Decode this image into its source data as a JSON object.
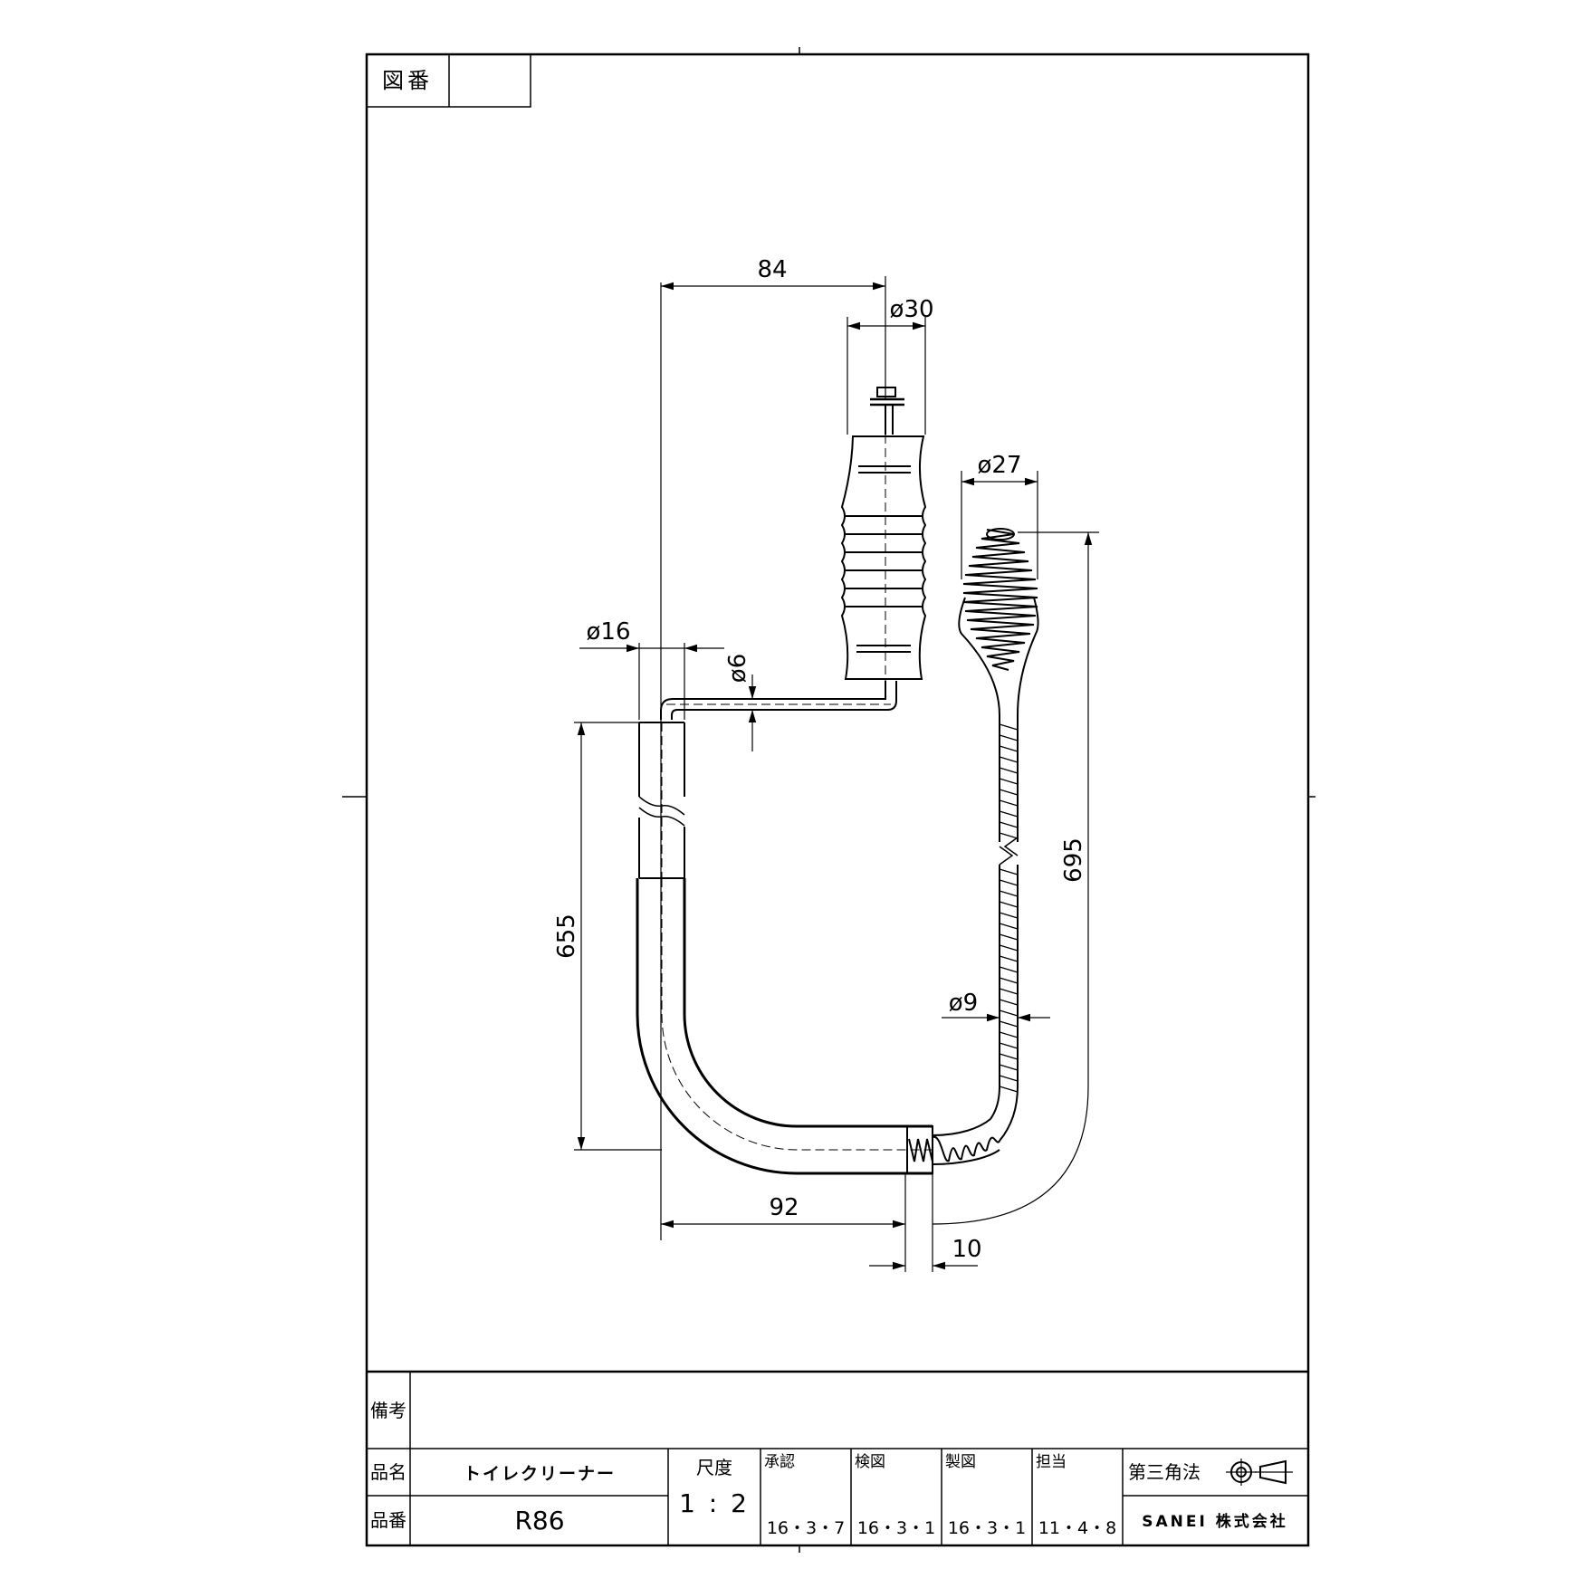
{
  "drawing_no_label": "図番",
  "drawing_no_value": "",
  "dimensions": {
    "d84": "84",
    "dia30": "ø30",
    "dia27": "ø27",
    "dia16": "ø16",
    "dia6": "ø6",
    "d655": "655",
    "d695": "695",
    "dia9": "ø9",
    "d92": "92",
    "d10": "10"
  },
  "title_block": {
    "remarks_label": "備考",
    "remarks_value": "",
    "name_label": "品名",
    "name_value": "トイレクリーナー",
    "part_label": "品番",
    "part_value": "R86",
    "scale_label": "尺度",
    "scale_value": "1 : 2",
    "approved_label": "承認",
    "approved_date": "16・3・7",
    "checked_label": "検図",
    "checked_date": "16・3・1",
    "drawn_label": "製図",
    "drawn_date": "16・3・1",
    "charge_label": "担当",
    "charge_date": "11・4・8",
    "projection_label": "第三角法",
    "company": "SANEI 株式会社"
  }
}
